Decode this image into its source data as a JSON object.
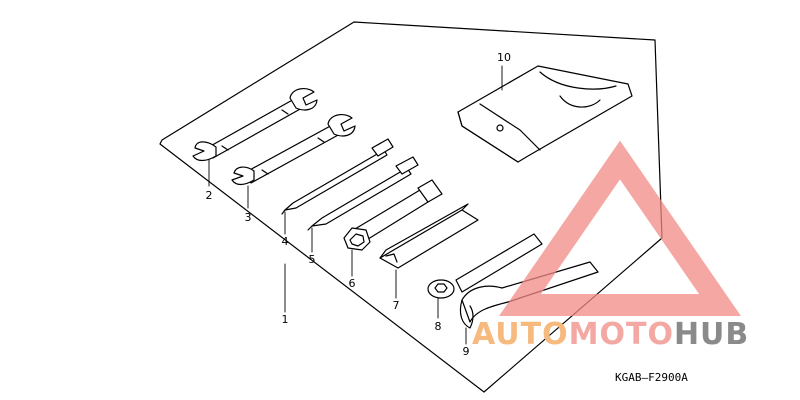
{
  "diagram": {
    "callouts": [
      {
        "id": "1",
        "label": "1"
      },
      {
        "id": "2",
        "label": "2"
      },
      {
        "id": "3",
        "label": "3"
      },
      {
        "id": "4",
        "label": "4"
      },
      {
        "id": "5",
        "label": "5"
      },
      {
        "id": "6",
        "label": "6"
      },
      {
        "id": "7",
        "label": "7"
      },
      {
        "id": "8",
        "label": "8"
      },
      {
        "id": "9",
        "label": "9"
      },
      {
        "id": "10",
        "label": "10"
      }
    ],
    "code": "KGAB—F2900A"
  },
  "watermark": {
    "part1": "AUTO",
    "part2": "MOTO",
    "part3": "HUB",
    "colors": {
      "part1": "#f6b97e",
      "part2": "#f4a8a4",
      "part3": "#8a8a8a",
      "logo": "#f08a84"
    }
  }
}
